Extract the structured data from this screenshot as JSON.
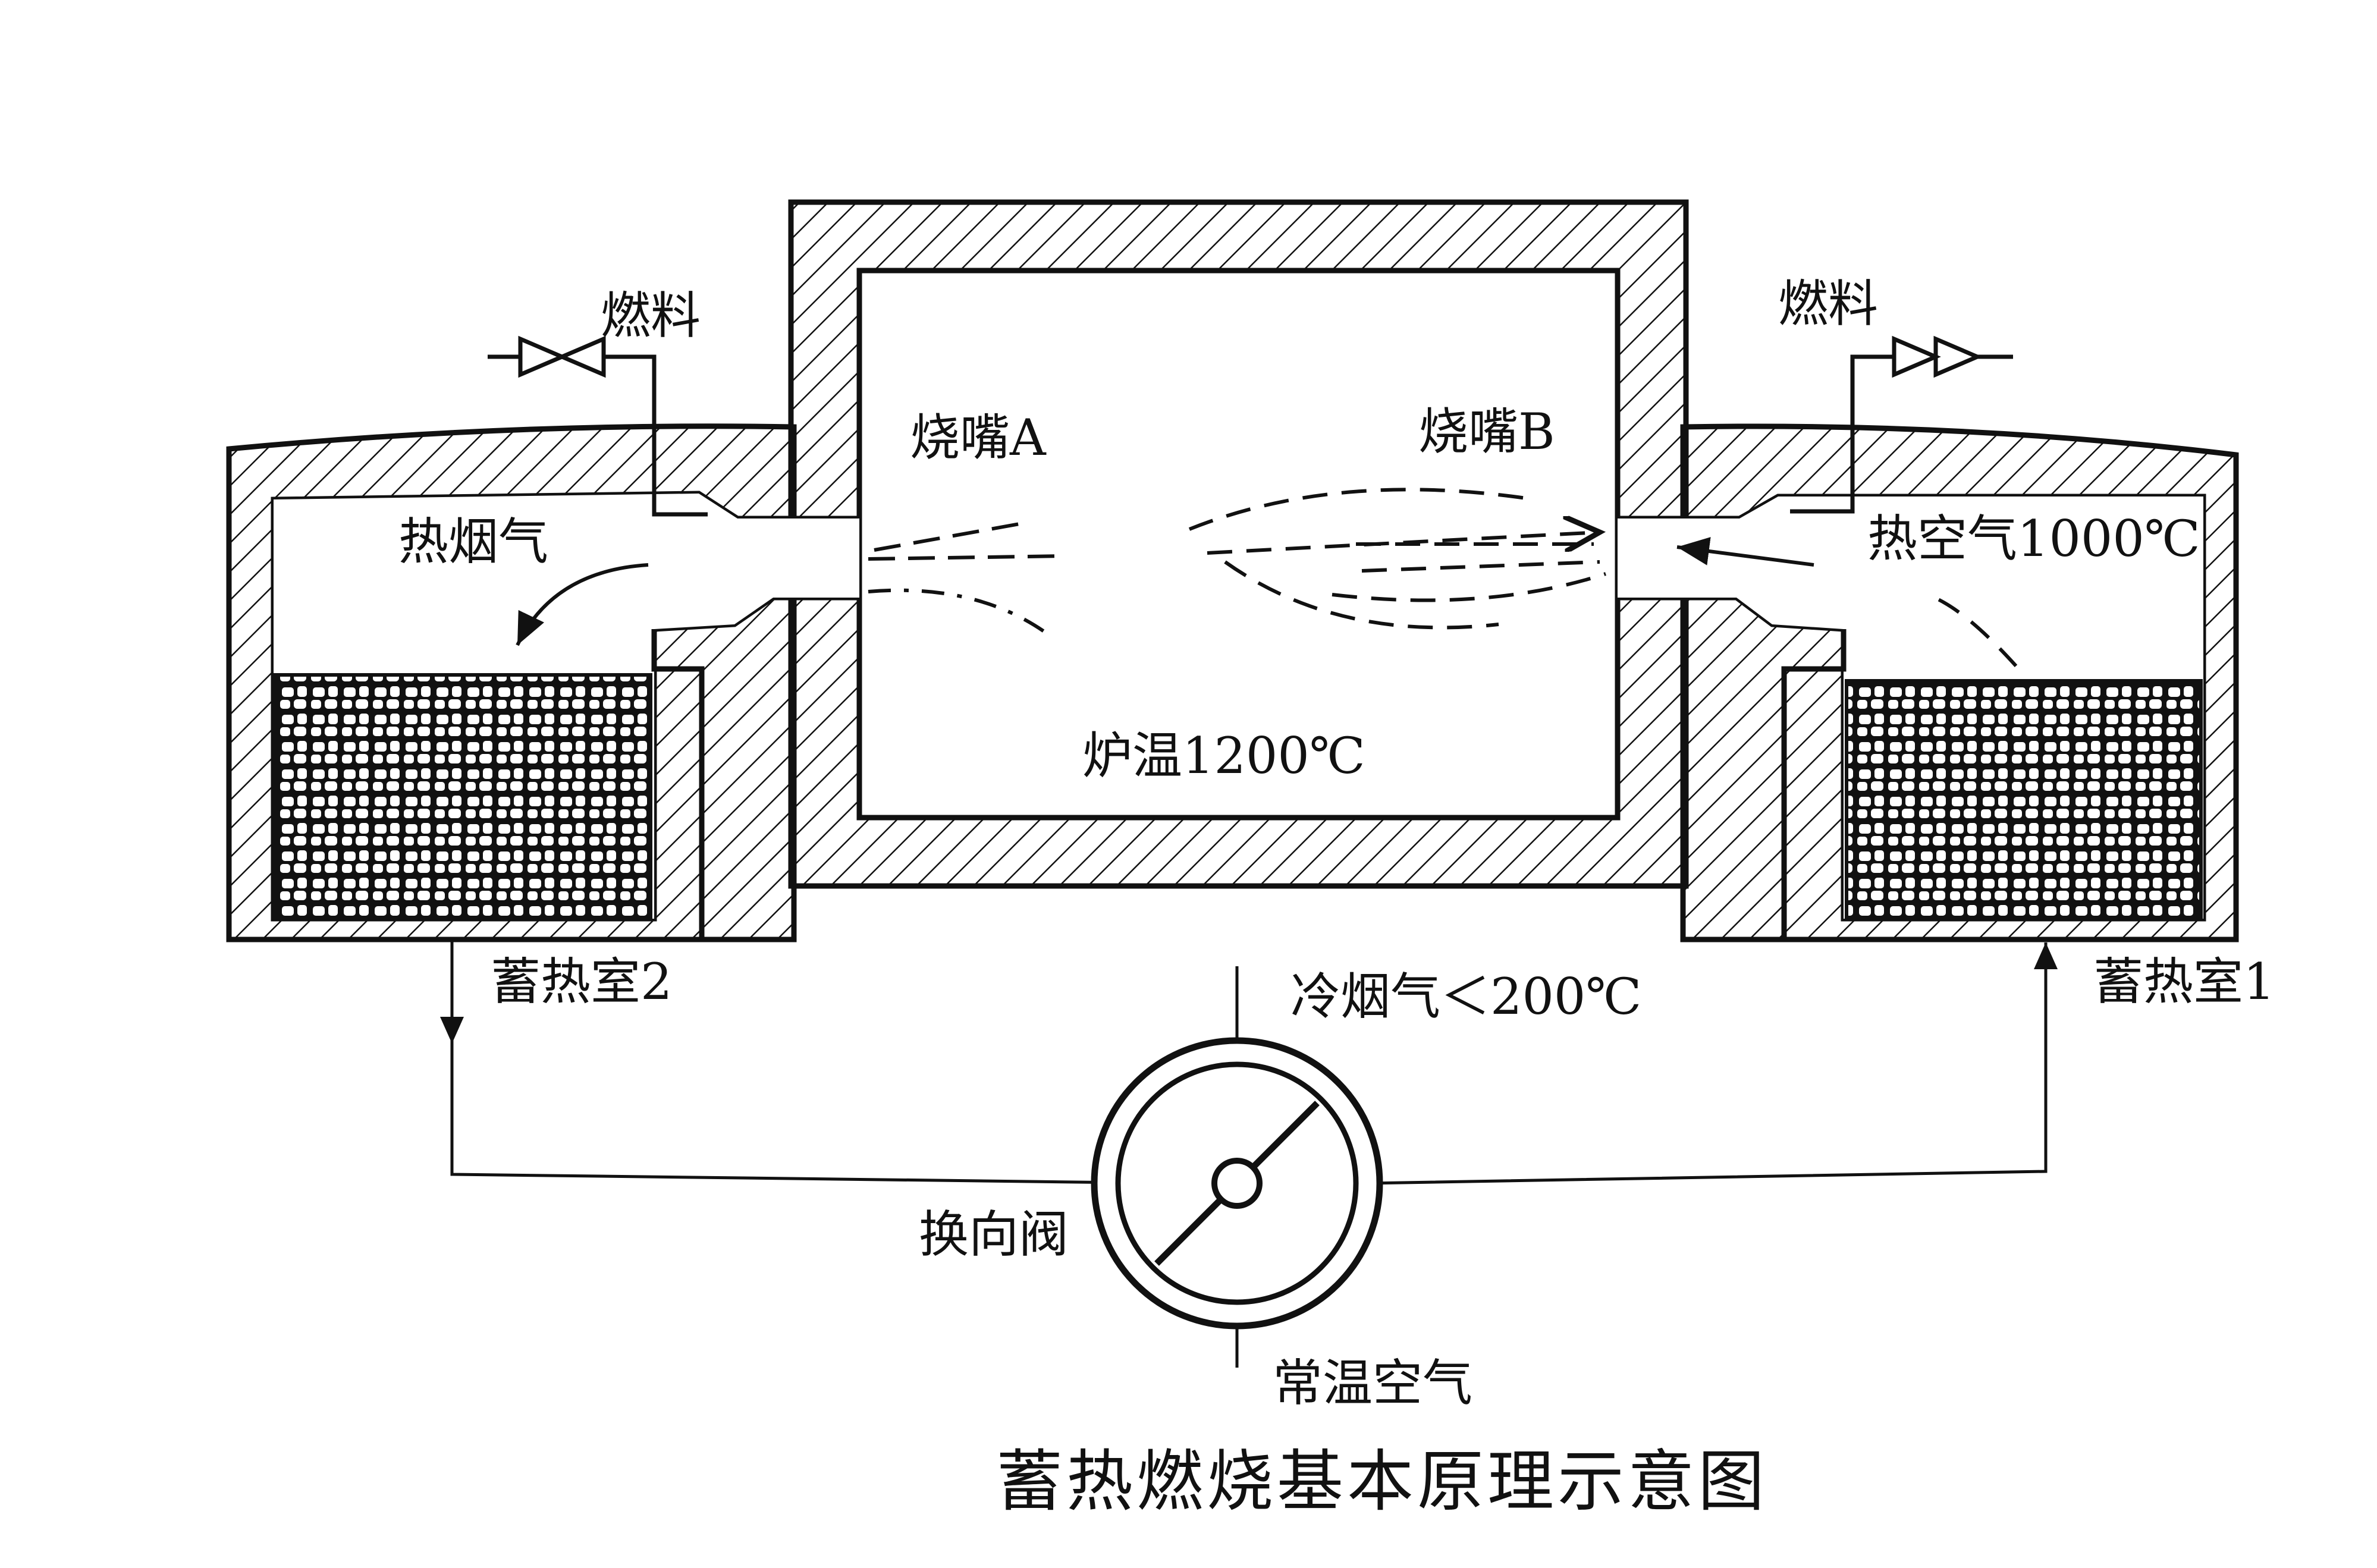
{
  "title": "蓄热燃烧基本原理示意图",
  "labels": {
    "fuel_left": "燃料",
    "fuel_right": "燃料",
    "burner_a": "烧嘴A",
    "burner_b": "烧嘴B",
    "hot_flue_gas": "热烟气",
    "hot_air": "热空气1000℃",
    "furnace_temp": "炉温1200℃",
    "regenerator_2": "蓄热室2",
    "regenerator_1": "蓄热室1",
    "cold_flue_gas": "冷烟气＜200℃",
    "reversing_valve": "换向阀",
    "ambient_air": "常温空气"
  },
  "colors": {
    "ink": "#111111",
    "background": "#ffffff"
  }
}
